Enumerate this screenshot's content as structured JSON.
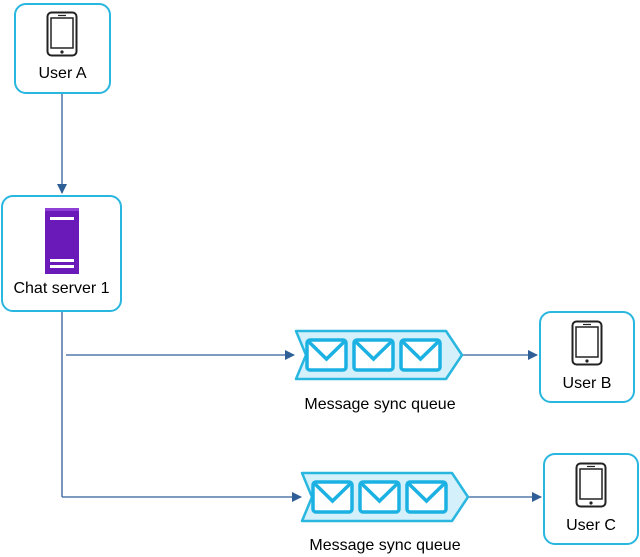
{
  "nodes": {
    "user_a": {
      "label": "User A"
    },
    "chat_server": {
      "label": "Chat server 1"
    },
    "user_b": {
      "label": "User B"
    },
    "user_c": {
      "label": "User C"
    }
  },
  "queues": [
    {
      "label": "Message sync queue"
    },
    {
      "label": "Message sync queue"
    }
  ],
  "colors": {
    "box_border": "#29b6df",
    "queue_fill": "#d3f0fb",
    "arrow": "#2f5f97",
    "server": "#6a1ab8"
  },
  "icons": {
    "user_a": "phone-icon",
    "chat_server": "server-icon",
    "user_b": "phone-icon",
    "user_c": "phone-icon",
    "queue_items": "envelope-icon"
  }
}
